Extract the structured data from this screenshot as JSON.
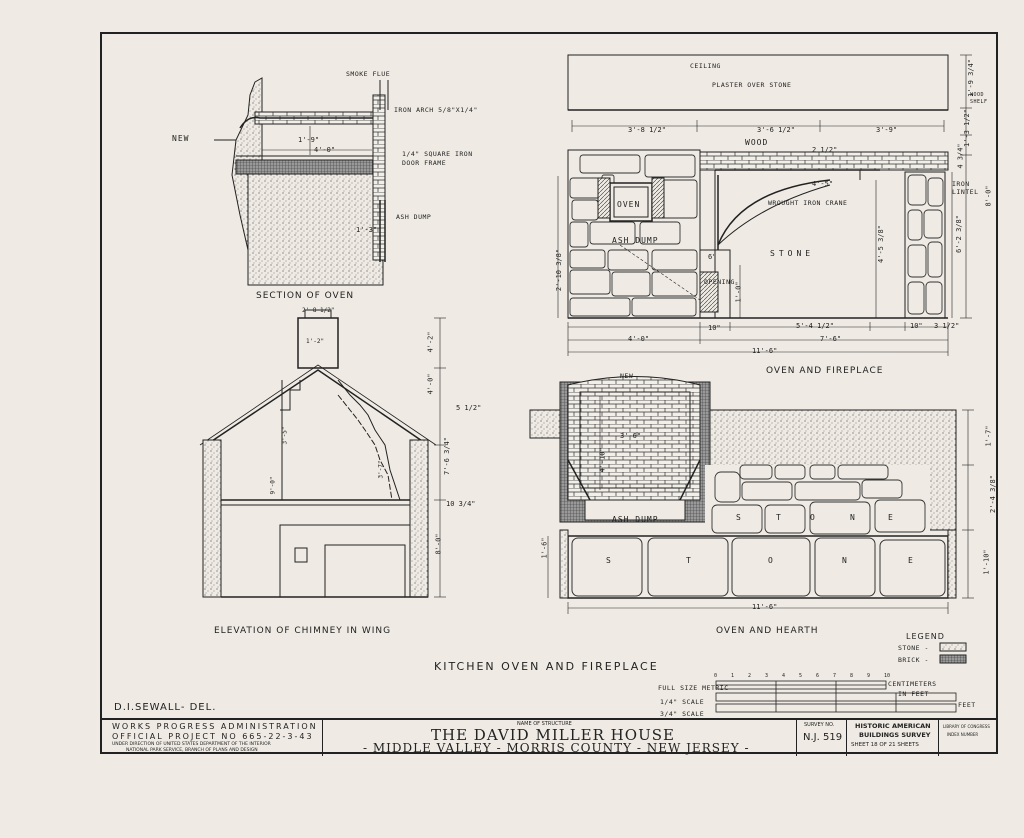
{
  "drawing": {
    "sheet_title": "KITCHEN OVEN AND FIREPLACE",
    "delineator": "D.I.SEWALL- DEL.",
    "views": {
      "section_of_oven": {
        "caption": "SECTION OF OVEN",
        "labels": {
          "smoke_flue": "SMOKE FLUE",
          "new": "NEW",
          "iron_arch": "IRON ARCH 5/8\"X1/4\"",
          "door_frame": "1/4\" SQUARE IRON DOOR FRAME",
          "ash_dump": "ASH DUMP",
          "dim_height": "1'-9\"",
          "dim_depth": "4'-0\"",
          "dim_small": "1'-3\""
        }
      },
      "oven_and_fireplace": {
        "caption": "OVEN AND FIREPLACE",
        "labels": {
          "ceiling": "CEILING",
          "plaster": "PLASTER OVER STONE",
          "wood": "WOOD",
          "oven": "OVEN",
          "ash_dump": "ASH DUMP",
          "crane": "WROUGHT IRON CRANE",
          "stone": "STONE",
          "iron_lintel": "IRON LINTEL",
          "wood_shelf": "WOOD SHELF",
          "opening": "OPENING"
        },
        "dims": {
          "top_1": "3'-8 1/2\"",
          "top_2": "3'-6 1/2\"",
          "top_3": "3'-9\"",
          "width_left": "4'-0\"",
          "width_right": "7'-6\"",
          "overall": "11'-6\"",
          "opening_w": "5'-4 1/2\"",
          "jamb_l": "10\"",
          "jamb_r": "10\"",
          "pier": "3 1/2\"",
          "height_total": "8'-0\"",
          "height_open": "6'-2 3/8\"",
          "height_crane": "4'-5 3/8\"",
          "height_oven": "2'-10 3/8\"",
          "ash_h": "1'-0\"",
          "ash_w": "6\"",
          "crane_w": "4'-5\"",
          "beam": "2 1/2\"",
          "top_a": "1'-9 3/4\"",
          "top_b": "1'-3 1/2\"",
          "top_c": "4 3/4\""
        }
      },
      "elevation_of_chimney": {
        "caption": "ELEVATION OF CHIMNEY IN WING",
        "dims": {
          "top_w": "2'-8 1/2\"",
          "flue_w": "1'-2\"",
          "stack_h": "4'-2\"",
          "stack_mid": "4'-0\"",
          "roof_h": "7'-6 3/4\"",
          "base_h": "8'-0\"",
          "step_1": "3'-5\"",
          "step_2": "3'-7\"",
          "left_h": "9'-0\"",
          "eave": "5 1/2\"",
          "plate": "10 3/4\""
        }
      },
      "oven_and_hearth": {
        "caption": "OVEN AND HEARTH",
        "labels": {
          "new": "NEW",
          "ash_dump": "ASH DUMP",
          "stone_upper": [
            "S",
            "T",
            "O",
            "N",
            "E"
          ],
          "stone_lower": [
            "S",
            "T",
            "O",
            "N",
            "E"
          ]
        },
        "dims": {
          "oven_d": "3'-6\"",
          "oven_h": "4'-10\"",
          "overall": "11'-6\"",
          "right_top": "1'-7\"",
          "right_mid": "2'-4 3/8\"",
          "right_low": "1'-10\"",
          "left_low": "1'-6\""
        }
      }
    },
    "legend": {
      "title": "LEGEND",
      "items": [
        "STONE -",
        "BRICK -"
      ]
    },
    "scales": {
      "metric": "FULL SIZE METRIC",
      "metric_unit": "CENTIMETERS",
      "quarter": "1/4\" SCALE",
      "quarter_unit": "IN FEET",
      "three_quarter": "3/4\" SCALE",
      "three_quarter_unit": "FEET",
      "ticks": [
        "0",
        "1",
        "2",
        "3",
        "4",
        "5",
        "6",
        "7",
        "8",
        "9",
        "10"
      ]
    }
  },
  "title_block": {
    "agency_1": "WORKS PROGRESS ADMINISTRATION",
    "agency_2": "OFFICIAL PROJECT NO 665-22-3-43",
    "agency_3": "UNDER DIRECTION OF UNITED STATES DEPARTMENT OF THE INTERIOR",
    "agency_4": "NATIONAL PARK SERVICE, BRANCH OF PLANS AND DESIGN",
    "name_label": "NAME OF STRUCTURE",
    "structure_name": "THE DAVID MILLER HOUSE",
    "location": "- MIDDLE VALLEY - MORRIS COUNTY - NEW JERSEY -",
    "survey_label": "SURVEY NO.",
    "survey_no": "N.J. 519",
    "survey_org_1": "HISTORIC AMERICAN",
    "survey_org_2": "BUILDINGS SURVEY",
    "sheet_no": "SHEET 18 OF 21 SHEETS",
    "archive_1": "LIBRARY OF CONGRESS",
    "archive_2": "INDEX NUMBER"
  },
  "colors": {
    "paper": "#efebe4",
    "ink": "#222222",
    "fill": "#d6d2ca"
  }
}
